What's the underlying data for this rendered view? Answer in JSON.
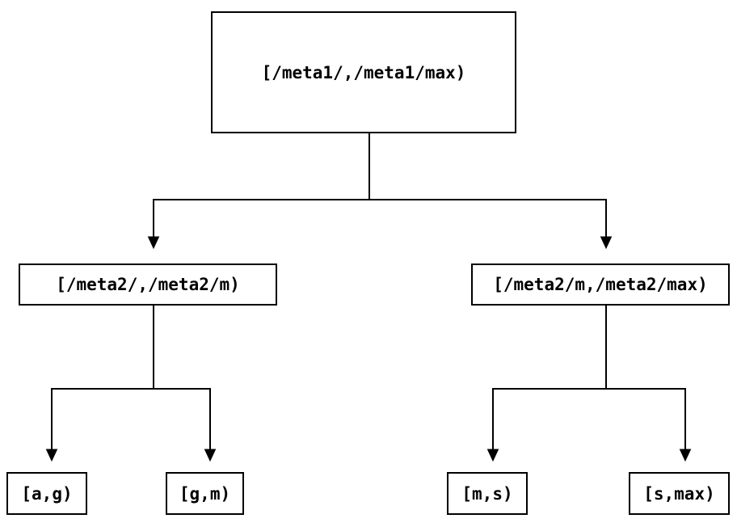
{
  "diagram": {
    "type": "tree",
    "description": "Key-range partition tree, two levels of binary splits with arrows pointing from parent ranges to child ranges",
    "colors": {
      "background": "#ffffff",
      "line": "#000000",
      "box_border": "#000000",
      "text": "#000000"
    },
    "nodes": {
      "root": {
        "label": "[/meta1/,/meta1/max)"
      },
      "mid_left": {
        "label": "[/meta2/,/meta2/m)"
      },
      "mid_right": {
        "label": "[/meta2/m,/meta2/max)"
      },
      "leaf_ag": {
        "label": "[a,g)"
      },
      "leaf_gm": {
        "label": "[g,m)"
      },
      "leaf_ms": {
        "label": "[m,s)"
      },
      "leaf_smax": {
        "label": "[s,max)"
      }
    },
    "edges": [
      {
        "from": "root",
        "to": "mid_left"
      },
      {
        "from": "root",
        "to": "mid_right"
      },
      {
        "from": "mid_left",
        "to": "leaf_ag"
      },
      {
        "from": "mid_left",
        "to": "leaf_gm"
      },
      {
        "from": "mid_right",
        "to": "leaf_ms"
      },
      {
        "from": "mid_right",
        "to": "leaf_smax"
      }
    ]
  }
}
